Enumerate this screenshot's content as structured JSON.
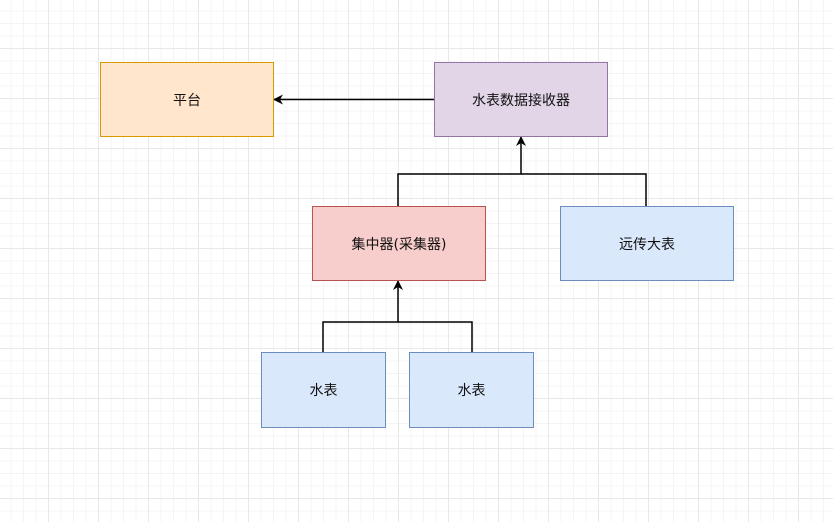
{
  "diagram": {
    "nodes": [
      {
        "id": "platform",
        "label": "平台",
        "fill": "#ffe6cc",
        "stroke": "#d79b00"
      },
      {
        "id": "receiver",
        "label": "水表数据接收器",
        "fill": "#e1d5e7",
        "stroke": "#9673a6"
      },
      {
        "id": "concentrator",
        "label": "集中器(采集器)",
        "fill": "#f8cecc",
        "stroke": "#b85450"
      },
      {
        "id": "remote",
        "label": "远传大表",
        "fill": "#dae8fc",
        "stroke": "#6c8ebf"
      },
      {
        "id": "meter1",
        "label": "水表",
        "fill": "#dae8fc",
        "stroke": "#6c8ebf"
      },
      {
        "id": "meter2",
        "label": "水表",
        "fill": "#dae8fc",
        "stroke": "#6c8ebf"
      }
    ],
    "edges": [
      {
        "from": "receiver",
        "to": "platform"
      },
      {
        "from": "concentrator",
        "to": "receiver"
      },
      {
        "from": "remote",
        "to": "receiver"
      },
      {
        "from": "meter1",
        "to": "concentrator"
      },
      {
        "from": "meter2",
        "to": "concentrator"
      }
    ],
    "edge_color": "#000000"
  }
}
